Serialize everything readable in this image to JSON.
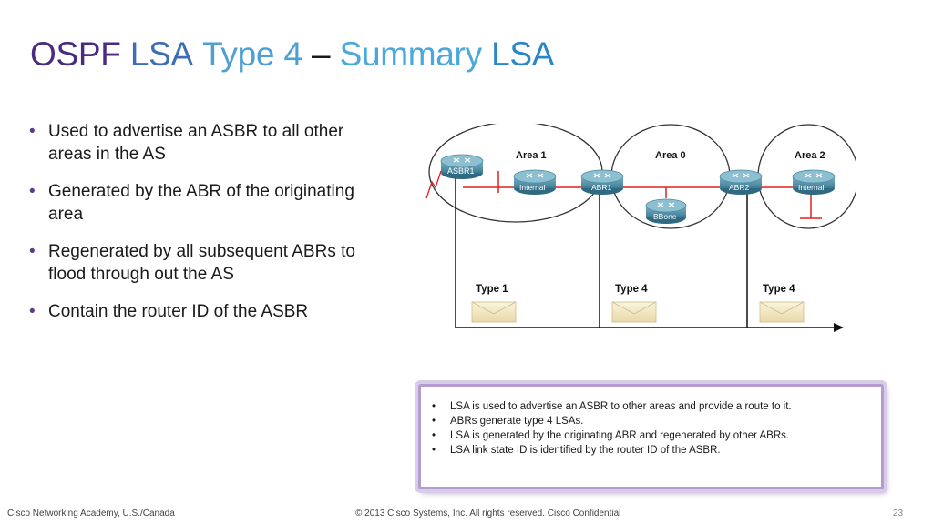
{
  "title": {
    "ospf": "OSPF",
    "lsa": "LSA",
    "type": "Type",
    "num": "4",
    "dash": "–",
    "summary": "Summary",
    "lsa2": "LSA"
  },
  "bullets": [
    "Used to advertise an ASBR to all other areas in the AS",
    "Generated by the ABR of the originating area",
    "Regenerated by all subsequent ABRs to flood through out the AS",
    "Contain the router ID of the ASBR"
  ],
  "diagram": {
    "areas": [
      "Area 1",
      "Area 0",
      "Area 2"
    ],
    "routers": [
      "ASBR1",
      "Internal",
      "ABR1",
      "BBone",
      "ABR2",
      "Internal"
    ],
    "lsa_types": [
      "Type 1",
      "Type 4",
      "Type 4"
    ]
  },
  "notes": [
    "LSA is used to advertise an ASBR to other areas and provide a route to it.",
    "ABRs generate type 4 LSAs.",
    "LSA is generated by the originating ABR and regenerated by other ABRs.",
    "LSA link state ID is identified by the router ID of the ASBR."
  ],
  "footer": {
    "left": "Cisco Networking Academy, U.S./Canada",
    "center": "© 2013 Cisco Systems, Inc. All rights reserved. Cisco Confidential",
    "page": "23"
  },
  "colors": {
    "router": "#4e8fa8",
    "link": "#e02020",
    "area_outline": "#333333"
  }
}
